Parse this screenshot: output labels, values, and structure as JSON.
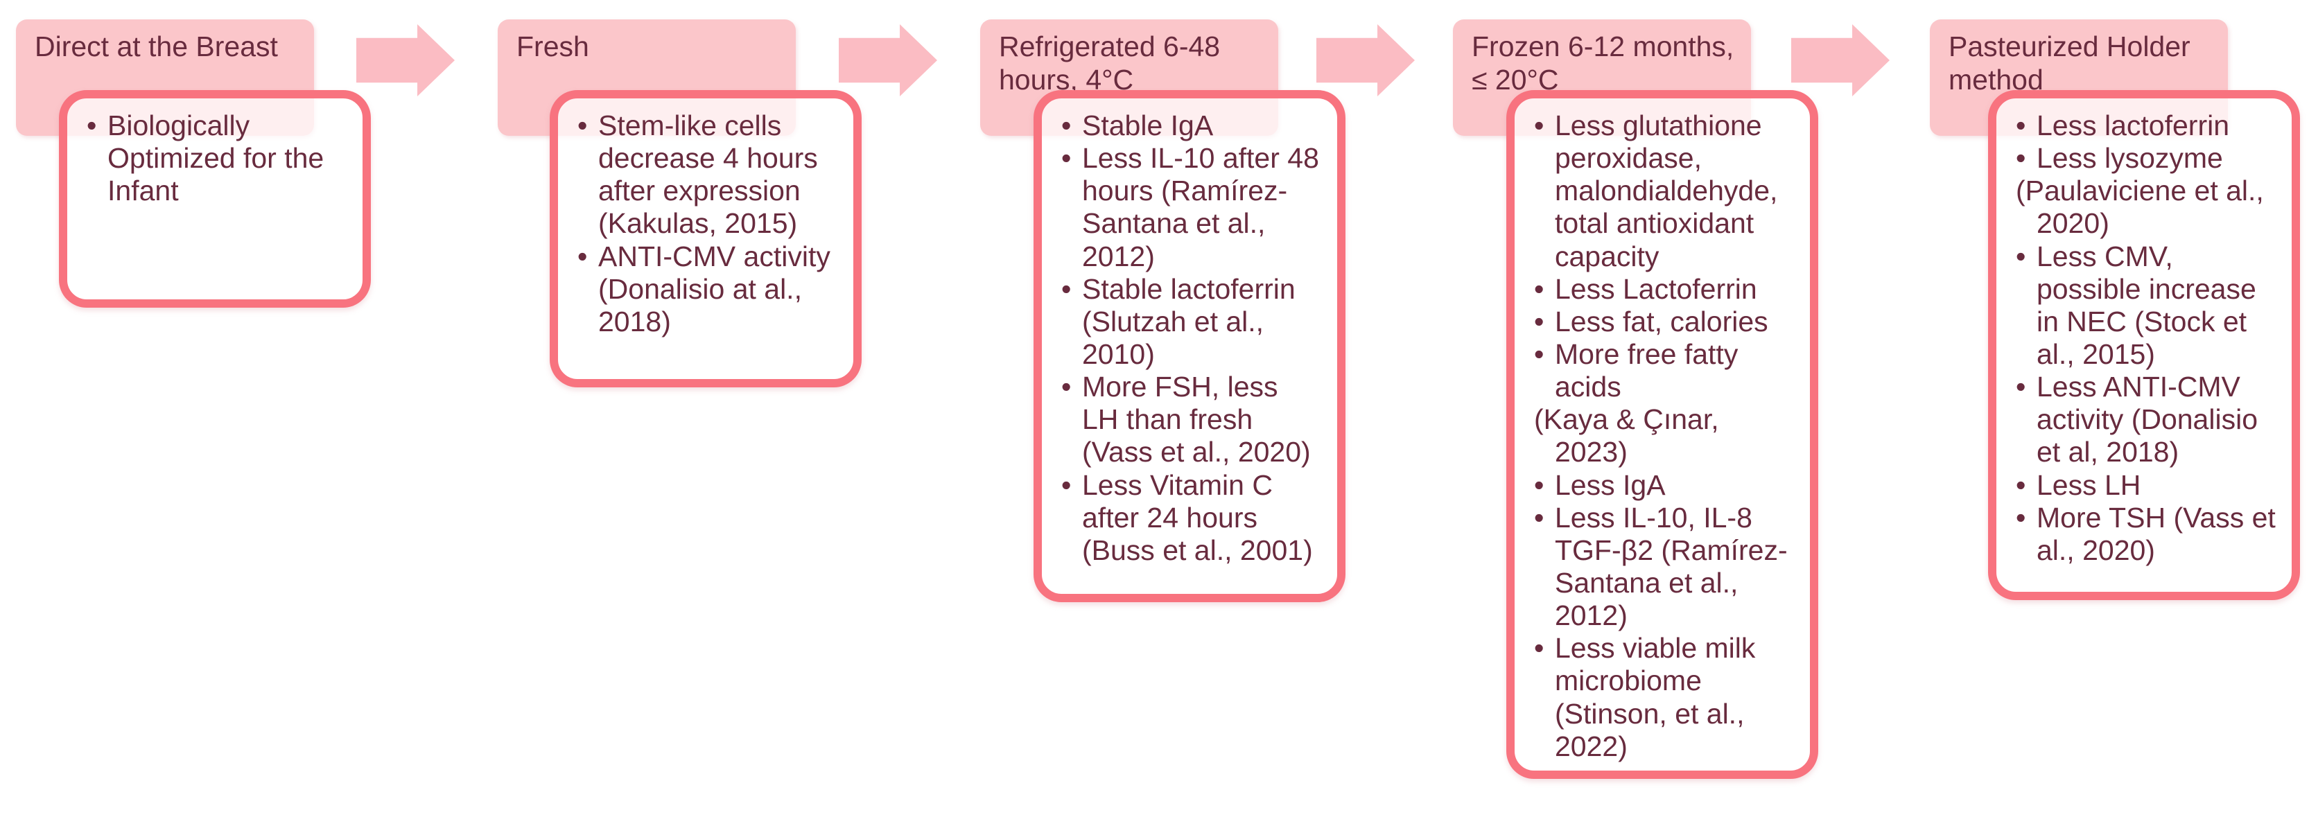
{
  "diagram": {
    "type": "process-flow",
    "topic": "Human milk handling methods and effects on milk components",
    "colors": {
      "header_bg": "#FBC6CA",
      "arrow": "#FBBCC3",
      "box_border": "#F8737F",
      "text": "#682B3E",
      "box_fill_over_header": "#FDEFF1"
    },
    "steps": [
      {
        "header": "Direct at the Breast",
        "items": [
          {
            "bullet": true,
            "text": "Biologically Optimized for the Infant"
          }
        ]
      },
      {
        "header": "Fresh",
        "items": [
          {
            "bullet": true,
            "text": "Stem-like cells decrease 4 hours after expression (Kakulas, 2015)"
          },
          {
            "bullet": true,
            "text": "ANTI-CMV activity (Donalisio at al., 2018)"
          }
        ]
      },
      {
        "header": "Refrigerated 6-48 hours, 4°C",
        "items": [
          {
            "bullet": true,
            "text": "Stable IgA"
          },
          {
            "bullet": true,
            "text": "Less IL-10 after 48 hours (Ramírez-Santana et al., 2012)"
          },
          {
            "bullet": true,
            "text": "Stable lactoferrin (Slutzah et al., 2010)"
          },
          {
            "bullet": true,
            "text": "More FSH, less LH than fresh (Vass et al., 2020)"
          },
          {
            "bullet": true,
            "text": "Less Vitamin C after 24 hours (Buss et al., 2001)"
          }
        ]
      },
      {
        "header": "Frozen 6-12 months, ≤ 20°C",
        "items": [
          {
            "bullet": true,
            "text": "Less glutathione peroxidase, malondialdehyde, total antioxidant capacity"
          },
          {
            "bullet": true,
            "text": "Less Lactoferrin"
          },
          {
            "bullet": true,
            "text": "Less fat, calories"
          },
          {
            "bullet": true,
            "text": "More free fatty acids"
          },
          {
            "bullet": false,
            "text": "(Kaya & Çınar, 2023)"
          },
          {
            "bullet": true,
            "text": "Less IgA"
          },
          {
            "bullet": true,
            "text": "Less IL-10, IL-8 TGF-β2 (Ramírez-Santana et al., 2012)"
          },
          {
            "bullet": true,
            "text": "Less viable milk microbiome (Stinson, et al., 2022)"
          }
        ]
      },
      {
        "header": "Pasteurized Holder method",
        "items": [
          {
            "bullet": true,
            "text": "Less lactoferrin"
          },
          {
            "bullet": true,
            "text": "Less lysozyme"
          },
          {
            "bullet": false,
            "text": "(Paulaviciene et al., 2020)"
          },
          {
            "bullet": true,
            "text": "Less CMV, possible increase in NEC (Stock et al., 2015)"
          },
          {
            "bullet": true,
            "text": "Less ANTI-CMV activity (Donalisio et al, 2018)"
          },
          {
            "bullet": true,
            "text": "Less LH"
          },
          {
            "bullet": true,
            "text": "More TSH (Vass et al., 2020)"
          }
        ]
      }
    ]
  }
}
